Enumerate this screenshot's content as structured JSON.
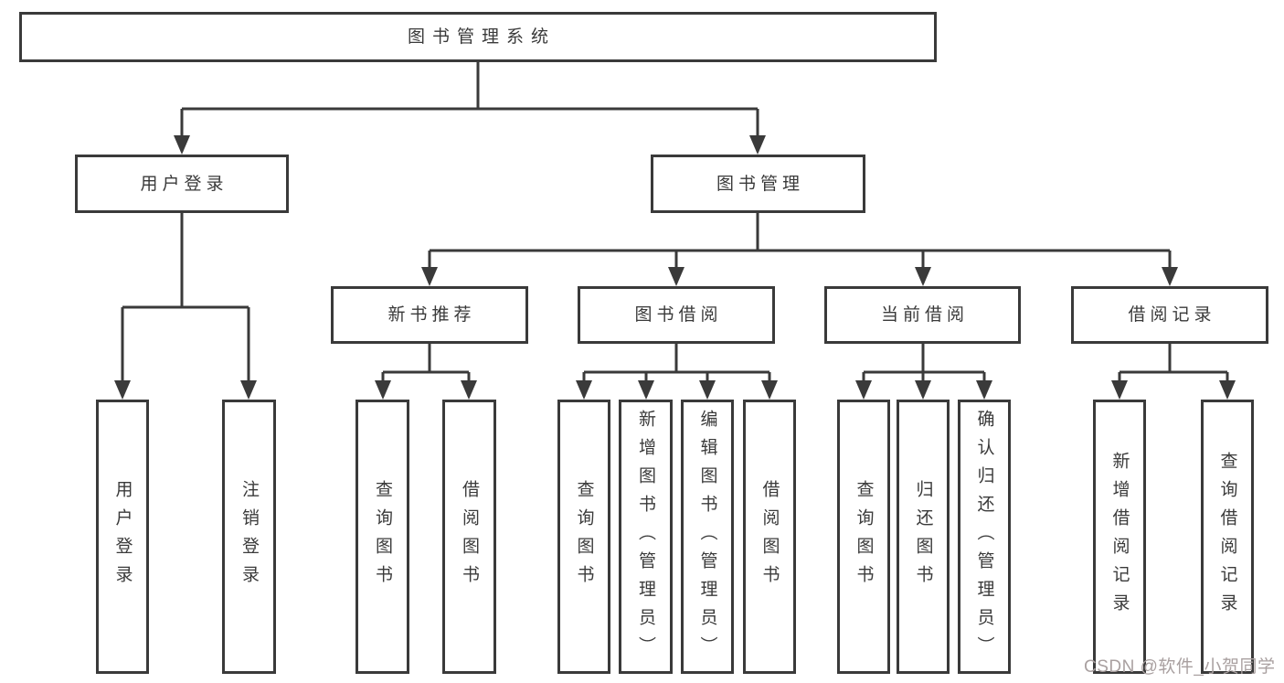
{
  "colors": {
    "line": "#3a3a3a",
    "text": "#3a3a3a",
    "box_background": "#ffffff",
    "page_background": "#ffffff",
    "watermark": "#a9a0a0"
  },
  "diagram": {
    "root": {
      "label": "图书管理系统"
    },
    "level2": [
      {
        "id": "user-login",
        "label": "用户登录"
      },
      {
        "id": "book-management",
        "label": "图书管理"
      }
    ],
    "level3": [
      {
        "id": "new-book-recommend",
        "parent": "book-management",
        "label": "新书推荐"
      },
      {
        "id": "book-borrow",
        "parent": "book-management",
        "label": "图书借阅"
      },
      {
        "id": "current-borrow",
        "parent": "book-management",
        "label": "当前借阅"
      },
      {
        "id": "borrow-record",
        "parent": "book-management",
        "label": "借阅记录"
      }
    ],
    "leaves": [
      {
        "parent": "user-login",
        "label": "用户登录"
      },
      {
        "parent": "user-login",
        "label": "注销登录"
      },
      {
        "parent": "new-book-recommend",
        "label": "查询图书"
      },
      {
        "parent": "new-book-recommend",
        "label": "借阅图书"
      },
      {
        "parent": "book-borrow",
        "label": "查询图书"
      },
      {
        "parent": "book-borrow",
        "label": "新增图书（管理员）"
      },
      {
        "parent": "book-borrow",
        "label": "编辑图书（管理员）"
      },
      {
        "parent": "book-borrow",
        "label": "借阅图书"
      },
      {
        "parent": "current-borrow",
        "label": "查询图书"
      },
      {
        "parent": "current-borrow",
        "label": "归还图书"
      },
      {
        "parent": "current-borrow",
        "label": "确认归还（管理员）"
      },
      {
        "parent": "borrow-record",
        "label": "新增借阅记录"
      },
      {
        "parent": "borrow-record",
        "label": "查询借阅记录"
      }
    ]
  },
  "watermark": {
    "text": "CSDN @软件_小贺同学"
  }
}
